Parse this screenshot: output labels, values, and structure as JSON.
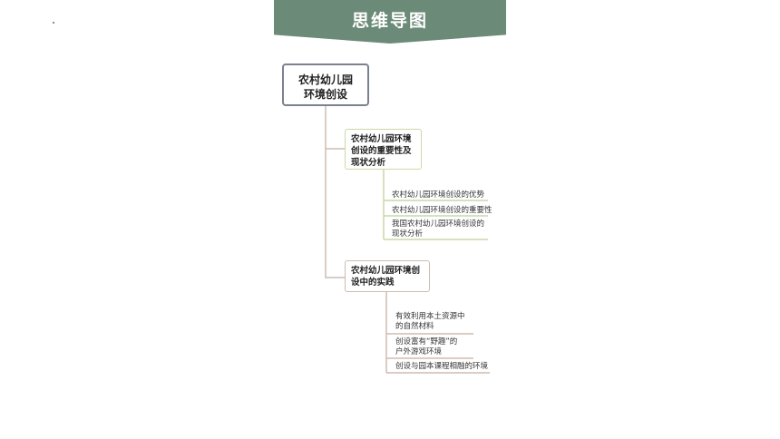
{
  "banner": {
    "title": "思维导图"
  },
  "root": {
    "line1": "农村幼儿园",
    "line2": "环境创设"
  },
  "branch1": {
    "line1": "农村幼儿园环境",
    "line2": "创设的重要性及",
    "line3": "现状分析",
    "leaves": [
      {
        "line1": "农村幼儿园环境创设的优势",
        "line2": ""
      },
      {
        "line1": "农村幼儿园环境创设的重要性",
        "line2": ""
      },
      {
        "line1": "我国农村幼儿园环境创设的",
        "line2": "现状分析"
      }
    ]
  },
  "branch2": {
    "line1": "农村幼儿园环境创",
    "line2": "设中的实践",
    "leaves": [
      {
        "line1": "有效利用本土资源中",
        "line2": "的自然材料"
      },
      {
        "line1": "创设富有“野趣”的",
        "line2": "户外游戏环境"
      },
      {
        "line1": "创设与园本课程相融的环境",
        "line2": ""
      }
    ]
  },
  "colors": {
    "banner": "#6b8a78",
    "branch1_line": "#c9d9a8",
    "branch2_line": "#cfbcb0",
    "root_border": "#7b8190"
  }
}
